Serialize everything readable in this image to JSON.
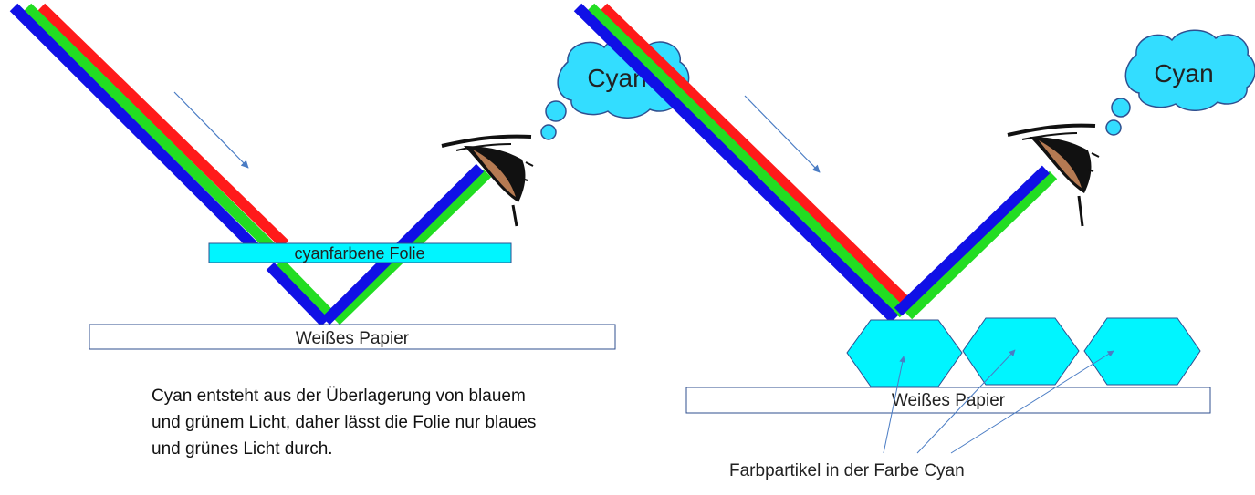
{
  "left_panel": {
    "filter_label": "cyanfarbene Folie",
    "paper_label": "Weißes Papier",
    "thought_label": "Cyan",
    "description": "Cyan entsteht aus der Überlagerung von blauem und grünem Licht, daher lässt die Folie nur blaues und grünes Licht durch."
  },
  "right_panel": {
    "paper_label": "Weißes Papier",
    "thought_label": "Cyan",
    "particles_label": "Farbpartikel in der Farbe Cyan"
  },
  "colors": {
    "red_light": "#ff1a1a",
    "green_light": "#22dd22",
    "blue_light": "#1010e6",
    "cyan": "#00f5ff",
    "cloud_cyan": "#33ddff",
    "arrow": "#4a7cc4",
    "outline": "#2f4f8f"
  }
}
